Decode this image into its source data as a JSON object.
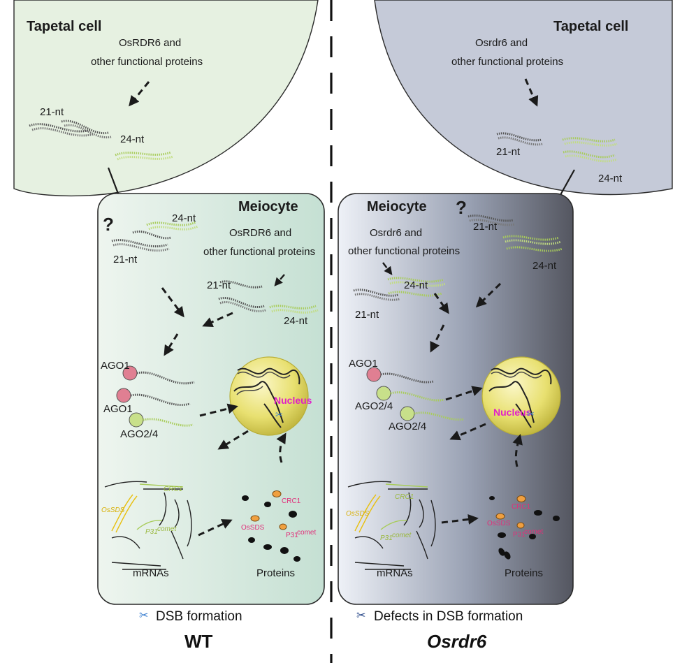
{
  "wt": {
    "tapetal_title": "Tapetal cell",
    "tapetal_protein_line1": "OsRDR6 and",
    "tapetal_protein_line2": "other functional proteins",
    "nt21": "21-nt",
    "nt24": "24-nt",
    "meiocyte_title": "Meiocyte",
    "question": "?",
    "meio_21": "21-nt",
    "meio_24": "24-nt",
    "meio_protein_line1": "OsRDR6 and",
    "meio_protein_line2": "other functional proteins",
    "meio2_21": "21-nt",
    "meio2_24": "24-nt",
    "ago1_a": "AGO1",
    "ago1_b": "AGO1",
    "ago24": "AGO2/4",
    "nucleus": "Nucleus",
    "mrna_osds": "OsSDS",
    "mrna_crc1": "CRC1",
    "mrna_p31": "P31",
    "mrna_p31_sup": "comet",
    "prot_crc1": "CRC1",
    "prot_osds": "OsSDS",
    "prot_p31": "P31",
    "prot_p31_sup": "comet",
    "mrnas": "mRNAs",
    "proteins": "Proteins",
    "footer": "DSB formation",
    "label": "WT"
  },
  "mut": {
    "tapetal_title": "Tapetal cell",
    "tapetal_protein_line1": "Osrdr6 and",
    "tapetal_protein_line2": "other functional proteins",
    "nt21": "21-nt",
    "nt24": "24-nt",
    "meiocyte_title": "Meiocyte",
    "question": "?",
    "meio_21": "21-nt",
    "meio_24": "24-nt",
    "meio_protein_line1": "Osrdr6 and",
    "meio_protein_line2": "other functional proteins",
    "meio2_24": "24-nt",
    "meio2_21": "21-nt",
    "ago1": "AGO1",
    "ago24_a": "AGO2/4",
    "ago24_b": "AGO2/4",
    "nucleus": "Nucleus",
    "mrna_osds": "OsSDS",
    "mrna_crc1": "CRC1",
    "mrna_p31": "P31",
    "mrna_p31_sup": "comet",
    "prot_crc1": "CRC1",
    "prot_osds": "OsSDS",
    "prot_p31": "P31",
    "prot_p31_sup": "comet",
    "mrnas": "mRNAs",
    "proteins": "Proteins",
    "footer": "Defects in DSB formation",
    "label": "Osrdr6"
  },
  "colors": {
    "wt_tapetal": "#e6f1e1",
    "mut_tapetal": "#c5cad8",
    "nucleus": "#e8e070",
    "ago1": "#e07f92",
    "ago24": "#c8e08a",
    "small_rna_21": "#555555",
    "small_rna_24": "#a8cc5a",
    "protein_orange": "#f0a040",
    "label_pink": "#e0307a",
    "nucleus_text": "#e020c8",
    "scissors": "#3b7fd0"
  }
}
